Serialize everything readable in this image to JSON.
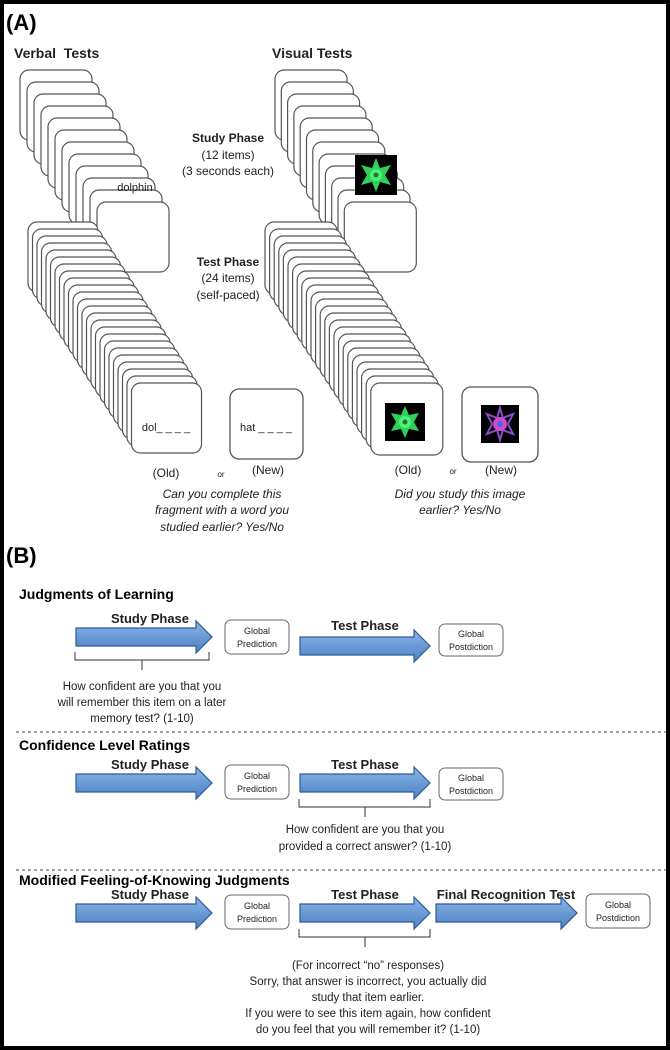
{
  "panel_a": {
    "label": "(A)",
    "verbal_title": "Verbal  Tests",
    "visual_title": "Visual Tests",
    "study_phase": {
      "title": "Study Phase",
      "line1": "(12 items)",
      "line2": "(3 seconds each)"
    },
    "test_phase": {
      "title": "Test Phase",
      "line1": "(24 items)",
      "line2": "(self-paced)"
    },
    "study_card_word": "dolphin",
    "verbal_old_fragment": "dol_ _ _ _",
    "verbal_new_fragment": "hat _ _ _ _",
    "old_label": "(Old)",
    "or_label": "or",
    "new_label": "(New)",
    "verbal_question": [
      "Can you complete this",
      "fragment with a word you",
      "studied earlier? Yes/No"
    ],
    "visual_question": [
      "Did you study this image",
      "earlier? Yes/No"
    ]
  },
  "panel_b": {
    "label": "(B)",
    "sections": [
      {
        "title": "Judgments of Learning",
        "study": "Study Phase",
        "prediction": [
          "Global",
          "Prediction"
        ],
        "test": "Test Phase",
        "postdiction": [
          "Global",
          "Postdiction"
        ],
        "note": [
          "How confident are you that you",
          "will remember this item on a later",
          "memory test? (1-10)"
        ]
      },
      {
        "title": "Confidence Level Ratings",
        "study": "Study Phase",
        "prediction": [
          "Global",
          "Prediction"
        ],
        "test": "Test Phase",
        "postdiction": [
          "Global",
          "Postdiction"
        ],
        "note": [
          "How confident are you that you",
          "provided a correct answer? (1-10)"
        ]
      },
      {
        "title": "Modified Feeling-of-Knowing Judgments",
        "study": "Study Phase",
        "prediction": [
          "Global",
          "Prediction"
        ],
        "test": "Test Phase",
        "final": "Final Recognition Test",
        "postdiction": [
          "Global",
          "Postdiction"
        ],
        "note": [
          "(For incorrect “no” responses)",
          "Sorry, that answer is incorrect, you actually did",
          "study that item earlier.",
          "If you were to see this item again, how confident",
          "do you feel that you will remember it? (1-10)"
        ]
      }
    ]
  },
  "colors": {
    "arrow_fill": "#6a9ad6",
    "arrow_stroke": "#2e5b96",
    "card_stroke": "#555555",
    "image_bg": "#000000",
    "image_green": "#2fd05a",
    "image_purple": "#8a4cc8"
  }
}
